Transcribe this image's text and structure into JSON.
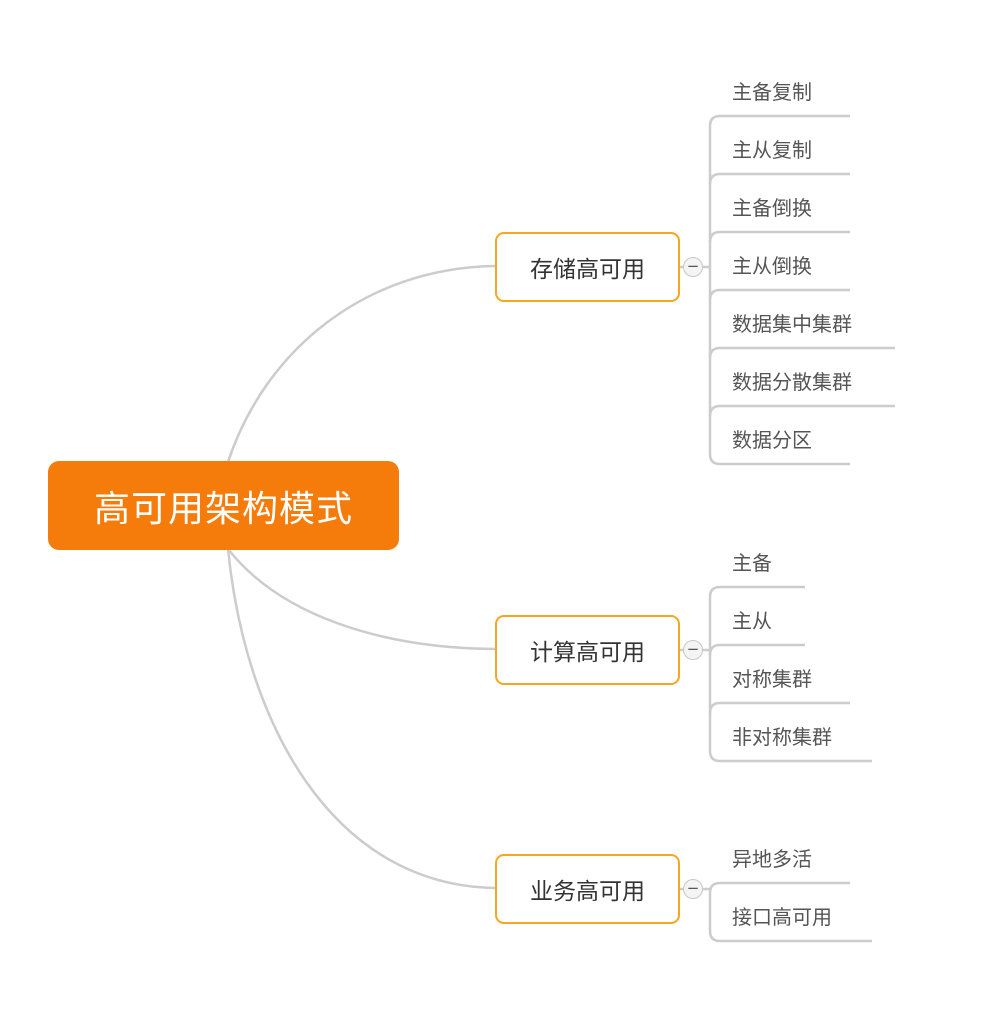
{
  "root": {
    "label": "高可用架构模式"
  },
  "branches": [
    {
      "label": "存储高可用",
      "toggle": "−",
      "items": [
        "主备复制",
        "主从复制",
        "主备倒换",
        "主从倒换",
        "数据集中集群",
        "数据分散集群",
        "数据分区"
      ]
    },
    {
      "label": "计算高可用",
      "toggle": "−",
      "items": [
        "主备",
        "主从",
        "对称集群",
        "非对称集群"
      ]
    },
    {
      "label": "业务高可用",
      "toggle": "−",
      "items": [
        "异地多活",
        "接口高可用"
      ]
    }
  ],
  "colors": {
    "root_fill": "#f57c0a",
    "branch_border": "#f5a623",
    "connector": "#cccccc"
  }
}
